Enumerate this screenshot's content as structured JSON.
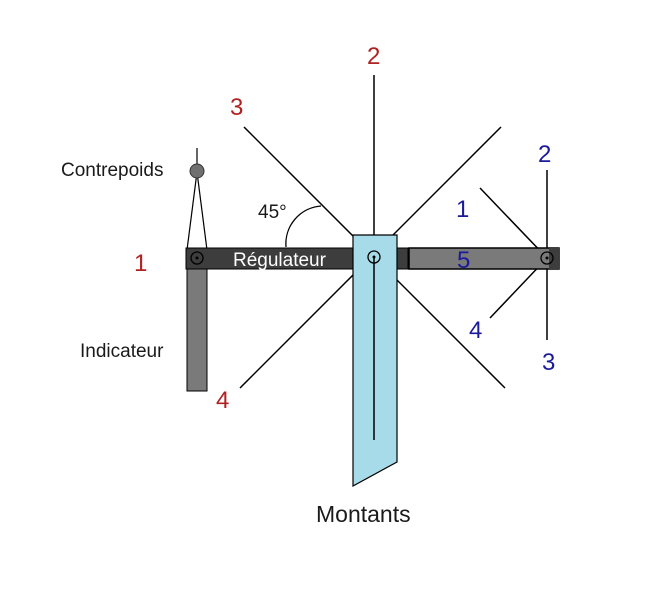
{
  "labels": {
    "counterweight": "Contrepoids",
    "indicator": "Indicateur",
    "regulator": "Régulateur",
    "uprights": "Montants",
    "angle": "45°"
  },
  "regulator_positions": {
    "p1": "1",
    "p2": "2",
    "p3": "3",
    "p4": "4"
  },
  "indicator_positions": {
    "p1": "1",
    "p2": "2",
    "p3": "3",
    "p4": "4",
    "p5": "5"
  },
  "colors": {
    "bar_dark": "#3d3d3d",
    "bar_gray": "#7a7a7a",
    "upright": "#a8dbe9",
    "red_numbers": "#b02222",
    "blue_numbers": "#1a1a9a"
  }
}
